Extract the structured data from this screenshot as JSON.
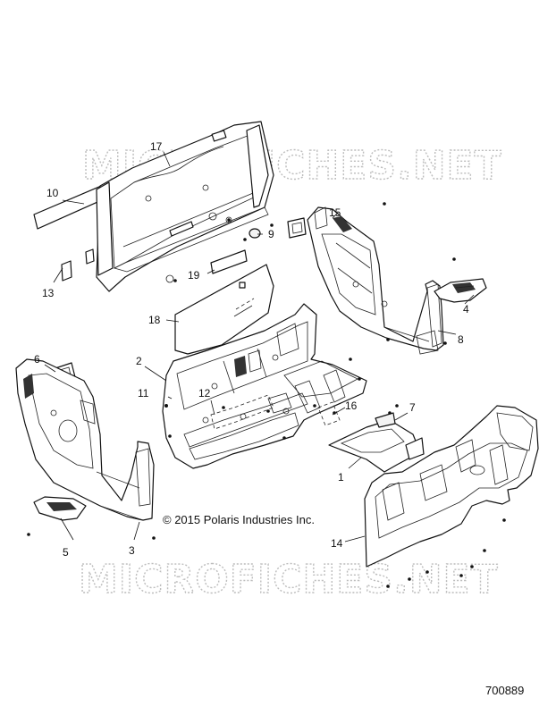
{
  "watermark": "MICROFICHES.NET",
  "copyright": "© 2015 Polaris Industries Inc.",
  "document_number": "700889",
  "callouts": [
    {
      "id": "c1",
      "label": "1"
    },
    {
      "id": "c2",
      "label": "2"
    },
    {
      "id": "c3",
      "label": "3"
    },
    {
      "id": "c4",
      "label": "4"
    },
    {
      "id": "c5",
      "label": "5"
    },
    {
      "id": "c6",
      "label": "6"
    },
    {
      "id": "c7",
      "label": "7"
    },
    {
      "id": "c8",
      "label": "8"
    },
    {
      "id": "c9",
      "label": "9"
    },
    {
      "id": "c10",
      "label": "10"
    },
    {
      "id": "c11",
      "label": "11"
    },
    {
      "id": "c12",
      "label": "12"
    },
    {
      "id": "c13",
      "label": "13"
    },
    {
      "id": "c14",
      "label": "14"
    },
    {
      "id": "c15",
      "label": "15"
    },
    {
      "id": "c16",
      "label": "16"
    },
    {
      "id": "c17",
      "label": "17"
    },
    {
      "id": "c18",
      "label": "18"
    },
    {
      "id": "c19",
      "label": "19"
    }
  ]
}
